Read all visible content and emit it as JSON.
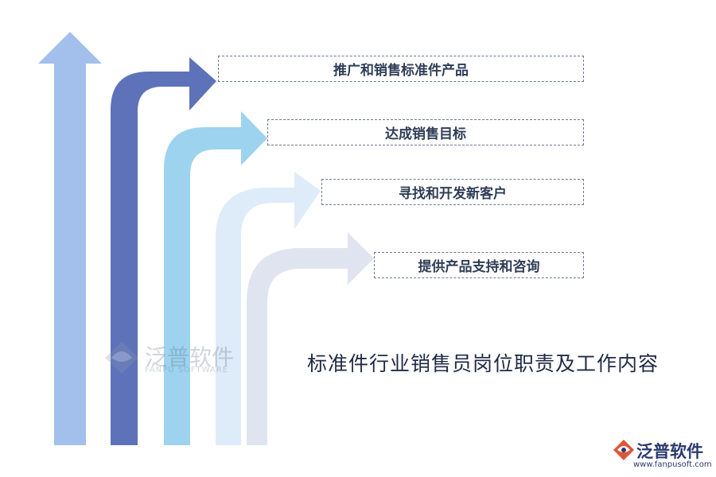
{
  "title": "标准件行业销售员岗位职责及工作内容",
  "steps": [
    {
      "label": "推广和销售标准件产品"
    },
    {
      "label": "达成销售目标"
    },
    {
      "label": "寻找和开发新客户"
    },
    {
      "label": "提供产品支持和咨询"
    }
  ],
  "watermark": {
    "cn": "泛普软件",
    "en": "FANPU SOFTWARE"
  },
  "brand": {
    "name": "泛普软件",
    "url": "www.fanpusoft.com"
  },
  "colors": {
    "arrow_up": "#a3c0ec",
    "arrow_1": "#5d72b8",
    "arrow_2": "#9dd3ee",
    "arrow_3": "#ddecf8",
    "arrow_4": "#e0e4f1",
    "brand_red": "#e0553a",
    "brand_blue": "#2c3a6e"
  },
  "icons": {
    "watermark_logo": "fanpu-logo-icon",
    "brand_logo": "fanpu-logo-icon"
  }
}
